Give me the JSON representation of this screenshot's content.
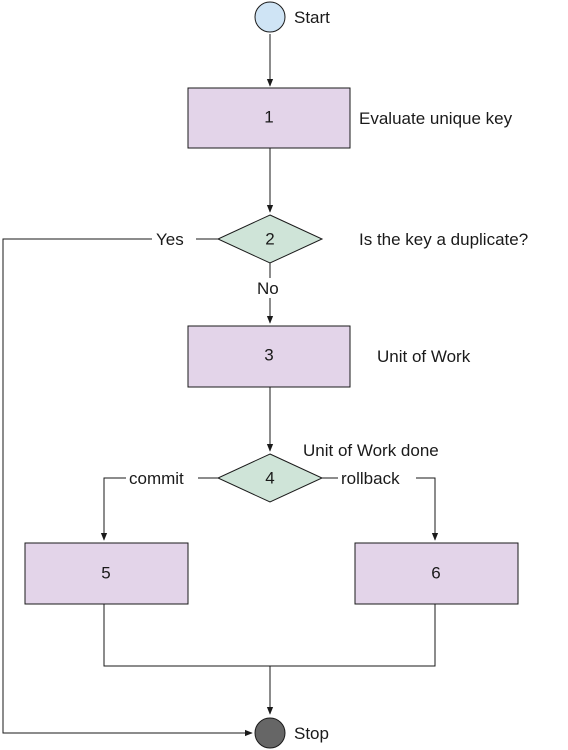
{
  "diagram": {
    "start": {
      "label": "Start",
      "color": "#cfe4f5"
    },
    "stop": {
      "label": "Stop",
      "color": "#666666"
    },
    "nodes": {
      "n1": {
        "id": "1",
        "description": "Evaluate unique key"
      },
      "n2": {
        "id": "2",
        "description": "Is the key a duplicate?"
      },
      "n3": {
        "id": "3",
        "description": "Unit of Work"
      },
      "n4": {
        "id": "4",
        "description": "Unit of Work done"
      },
      "n5": {
        "id": "5"
      },
      "n6": {
        "id": "6"
      }
    },
    "edge_labels": {
      "yes": "Yes",
      "no": "No",
      "commit": "commit",
      "rollback": "rollback"
    },
    "colors": {
      "process_fill": "#e3d4e9",
      "decision_fill": "#cfe4d8",
      "line": "#1a1a1a"
    }
  }
}
